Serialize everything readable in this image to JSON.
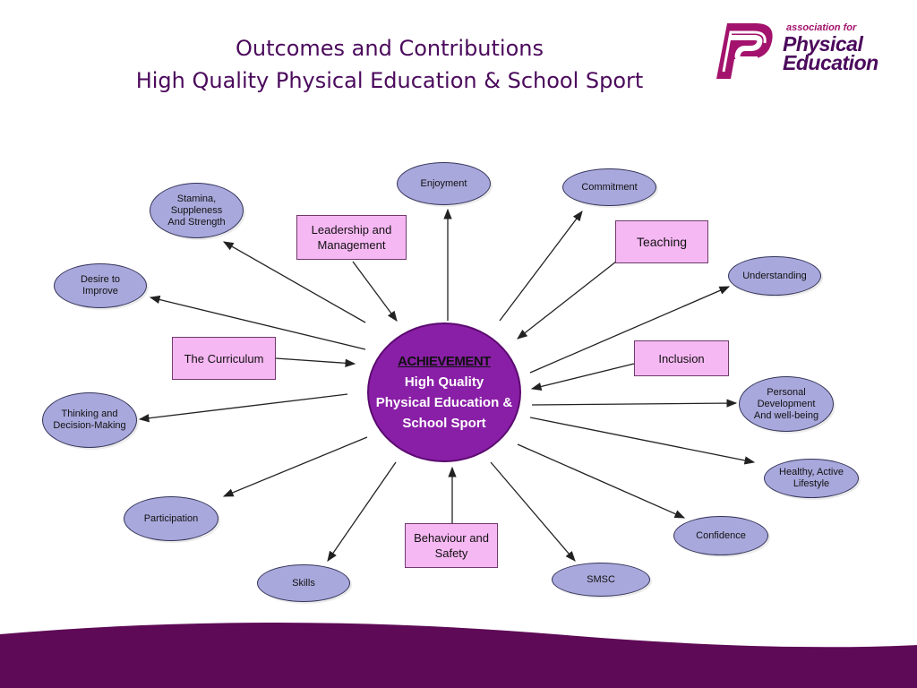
{
  "title": {
    "line1": "Outcomes and Contributions",
    "line2": "High Quality Physical Education & School Sport"
  },
  "logo": {
    "line1": "association for",
    "line2": "Physical",
    "line3": "Education",
    "icon": "afpe-p-logo-icon"
  },
  "colors": {
    "title": "#4b0a5c",
    "oval_fill": "#a9a8dc",
    "box_fill": "#f6b8f3",
    "center_fill": "#8a1fa7",
    "footer": "#5e0a56"
  },
  "diagram": {
    "center": {
      "heading": "ACHIEVEMENT",
      "lines": [
        "High Quality",
        "Physical Education  &",
        "School Sport"
      ]
    },
    "outcomes": [
      "Stamina,\nSuppleness\nAnd Strength",
      "Enjoyment",
      "Commitment",
      "Desire to\nImprove",
      "Understanding",
      "Thinking and\nDecision-Making",
      "Personal\nDevelopment\nAnd well-being",
      "Healthy, Active\nLifestyle",
      "Participation",
      "Confidence",
      "Skills",
      "SMSC"
    ],
    "contributions": [
      "Leadership and\nManagement",
      "Teaching",
      "The Curriculum",
      "Inclusion",
      "Behaviour and\nSafety"
    ]
  }
}
